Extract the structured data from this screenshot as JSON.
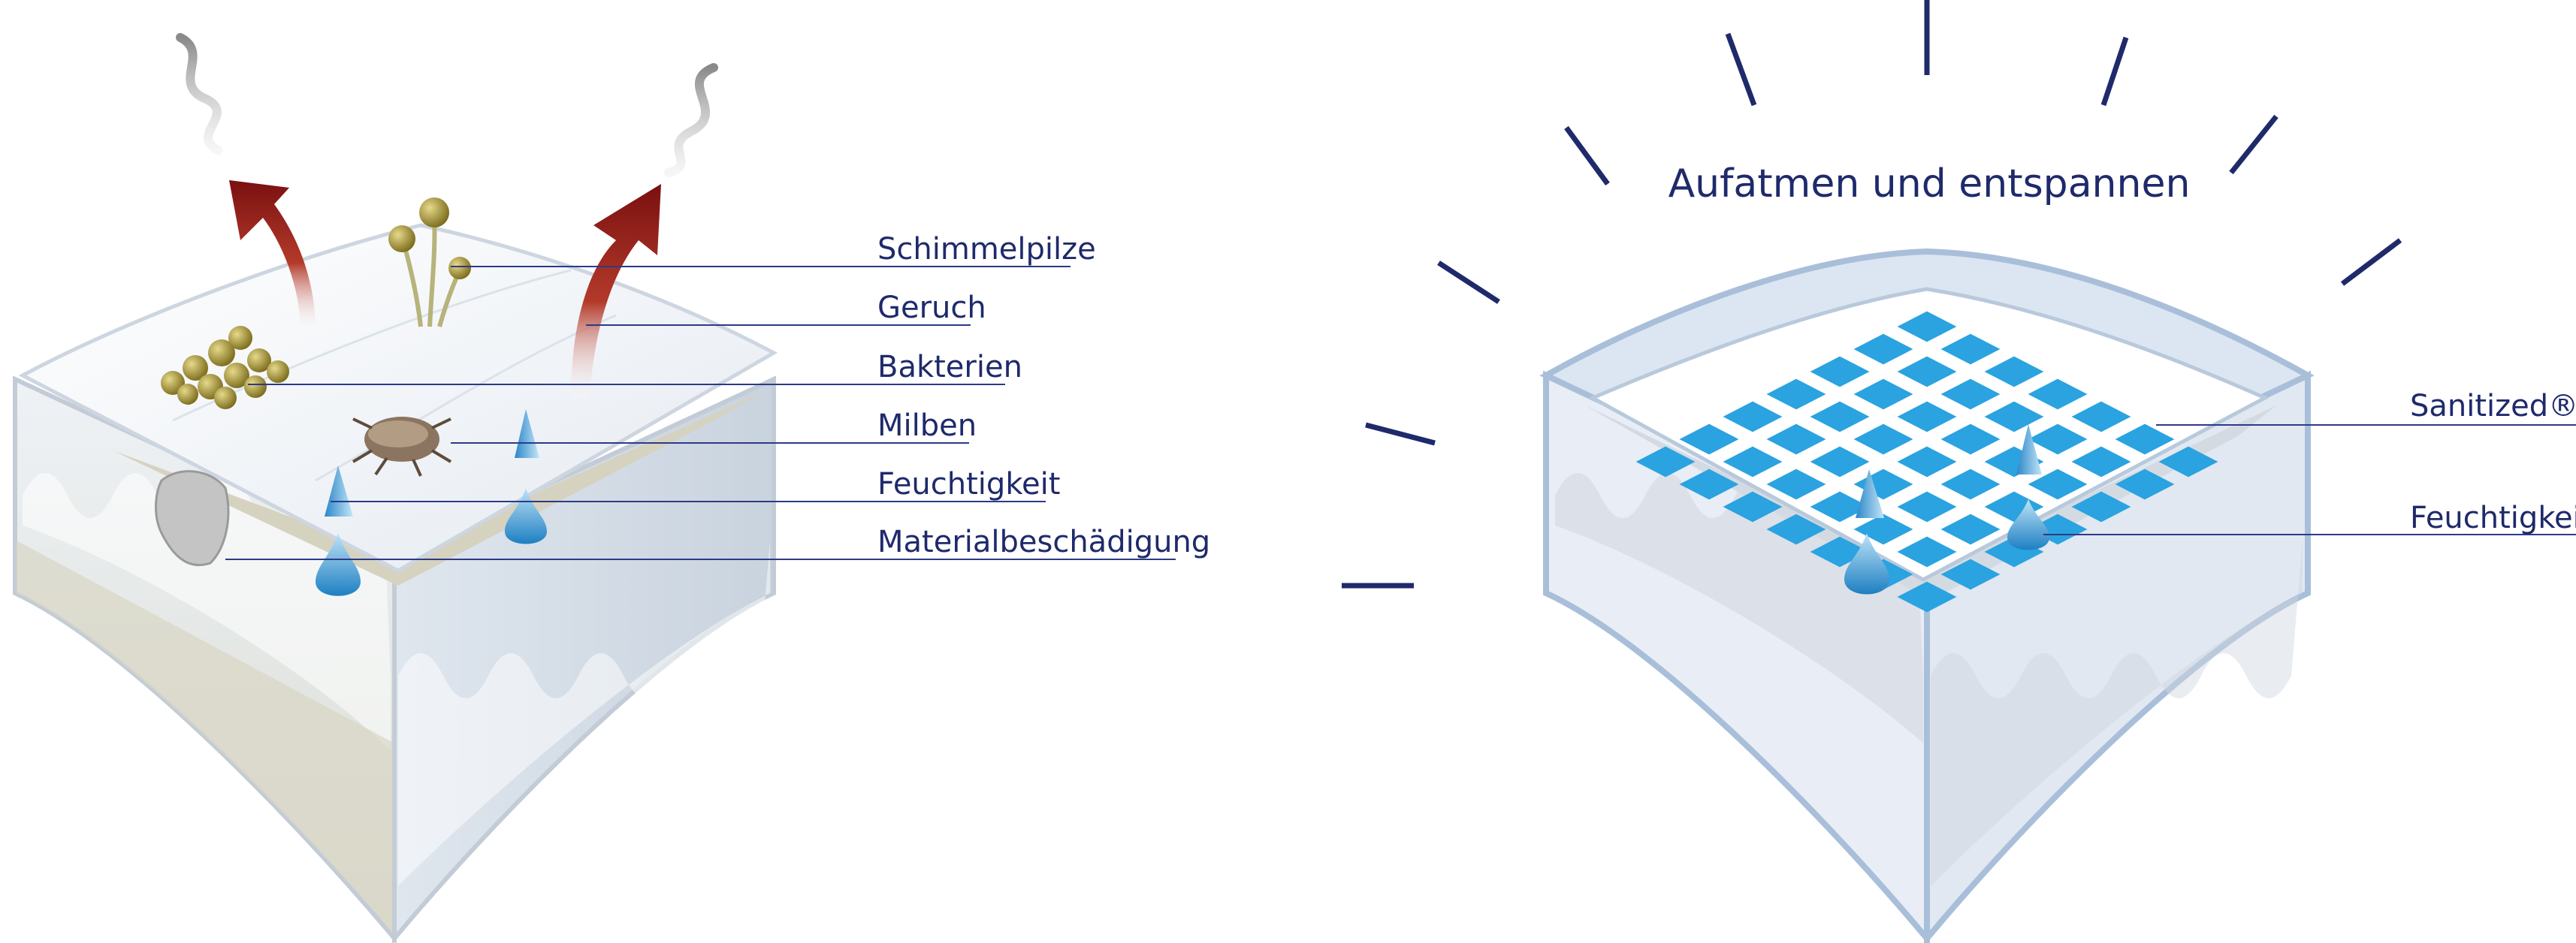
{
  "left_panel": {
    "labels": [
      "Schimmelpilze",
      "Geruch",
      "Bakterien",
      "Milben",
      "Feuchtigkeit",
      "Materialbeschädigung"
    ]
  },
  "right_panel": {
    "headline": "Aufatmen und entspannen",
    "labels": [
      "Sanitized®",
      "Feuchtigkeit"
    ]
  },
  "colors": {
    "text": "#1f2a6b",
    "leader": "#2e3a86",
    "arrow": "#8b1a1a",
    "sanitized_tile": "#2aa3e0",
    "mattress_side": "#e8eef6",
    "mattress_edge": "#a9bfd9"
  }
}
